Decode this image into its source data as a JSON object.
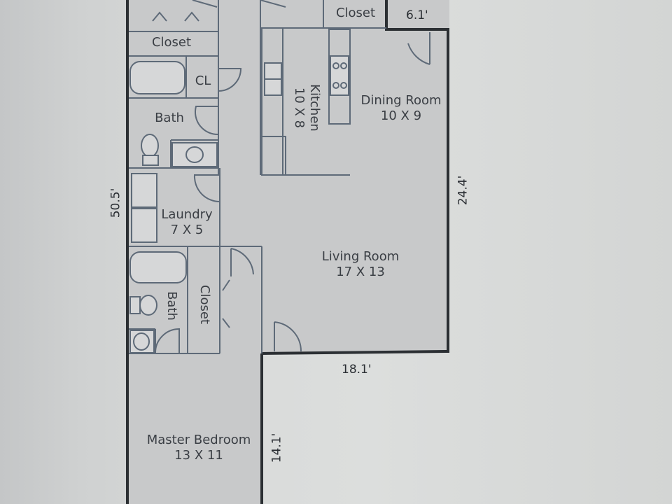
{
  "rooms": {
    "closet_top_left": {
      "name": "Closet"
    },
    "closet_top_right": {
      "name": "Closet"
    },
    "cl": {
      "name": "CL"
    },
    "bath_upper": {
      "name": "Bath"
    },
    "laundry": {
      "name": "Laundry",
      "size": "7 X 5"
    },
    "kitchen": {
      "name": "Kitchen",
      "size": "10 X 8"
    },
    "dining_room": {
      "name": "Dining Room",
      "size": "10 X 9"
    },
    "living_room": {
      "name": "Living Room",
      "size": "17 X 13"
    },
    "bath_lower": {
      "name": "Bath"
    },
    "closet_lower": {
      "name": "Closet"
    },
    "master_bedroom": {
      "name": "Master Bedroom",
      "size": "13 X 11"
    }
  },
  "dimensions": {
    "top_right": "6.1'",
    "left_side": "50.5'",
    "right_side": "24.4'",
    "bottom_living": "18.1'",
    "bedroom_side": "14.1'"
  },
  "colors": {
    "wall": "#2b2f33",
    "interior_line": "#5e6a78",
    "room_fill": "#c9cacb",
    "text": "#3a3e44"
  }
}
